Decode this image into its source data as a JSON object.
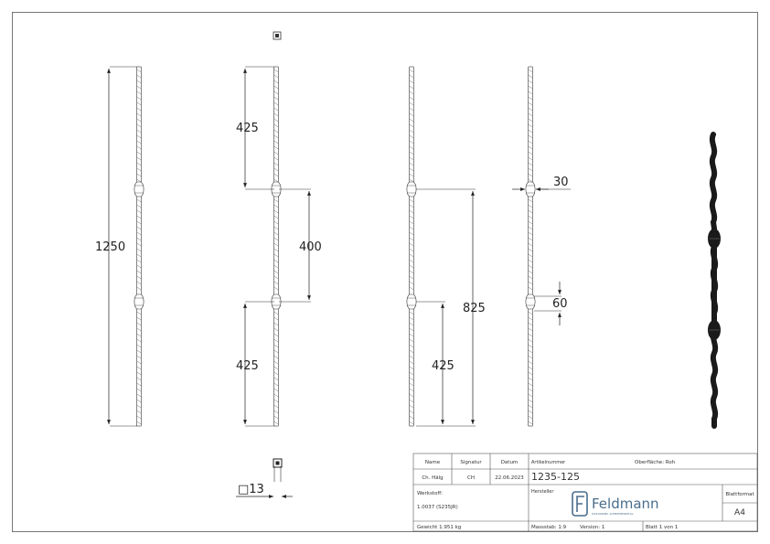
{
  "drawing": {
    "dimensions": {
      "overall_length": "1250",
      "top_segment": "425",
      "middle_segment": "400",
      "bottom_segment": "425",
      "bottom_segment_side": "425",
      "knuckle_span": "825",
      "knuckle_diameter": "30",
      "knuckle_length": "60",
      "square_section": "□13"
    }
  },
  "title_block": {
    "headers": {
      "name": "Name",
      "signatur": "Signatur",
      "datum": "Datum"
    },
    "row": {
      "name": "Ch. Hälg",
      "signatur": "CH",
      "datum": "22.06.2023"
    },
    "artikelnummer_label": "Artikelnummer",
    "artikelnummer": "1235-125",
    "oberflaeche": "Oberfläche: Roh",
    "werkstoff_label": "Werkstoff:",
    "werkstoff": "1.0037 (S235JR)",
    "hersteller_label": "Hersteller",
    "brand": "Feldmann",
    "brand_tagline": "SCHLOSSEREI, SCHMIEDEEISEN AG",
    "blattformat_label": "Blattformat",
    "blattformat": "A4",
    "gewicht": "Gewicht 1.951 kg",
    "massstab": "Massstab: 1:9",
    "version": "Version: 1",
    "blatt": "Blatt 1 von 1"
  },
  "colors": {
    "line": "#333333",
    "frame": "#555555",
    "render": "#1a1a1a",
    "brand": "#4a6d8c"
  }
}
